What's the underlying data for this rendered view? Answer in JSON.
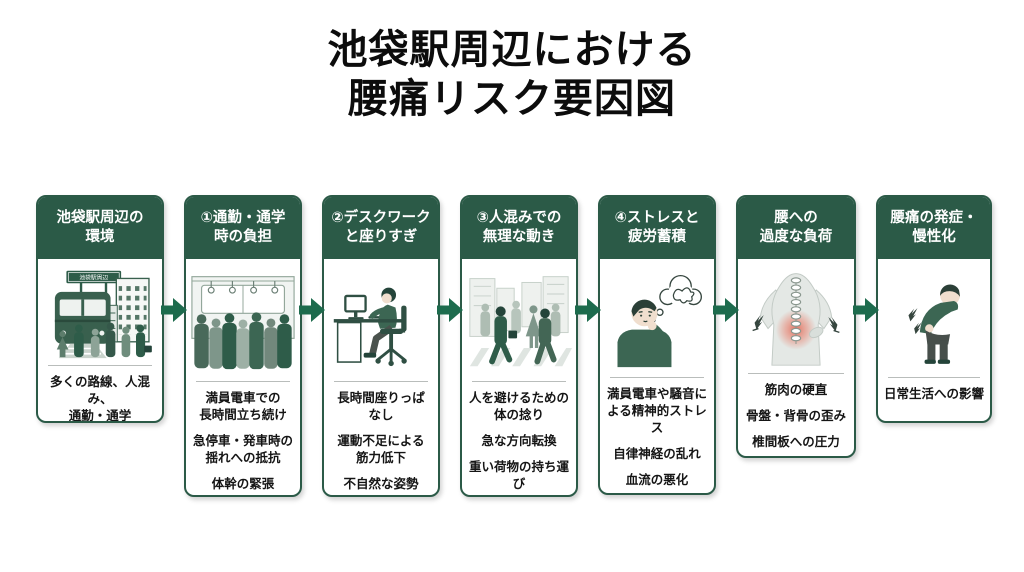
{
  "title": "池袋駅周辺における\n腰痛リスク要因図",
  "colors": {
    "header_green": "#2b5a47",
    "arrow_green": "#1d6b4d",
    "card_border_green": "#2b5a47",
    "body_text": "#151515",
    "pain_red": "#e2543e",
    "background": "#ffffff"
  },
  "arrow": {
    "name": "flow-arrow",
    "color": "#1d6b4d"
  },
  "cards": [
    {
      "header": "池袋駅周辺の\n環境",
      "illustration": "station-scene",
      "sign_label": "池袋駅周辺",
      "items": [
        "多くの路線、人混み、\n通勤・通学"
      ]
    },
    {
      "header": "①通勤・通学\n時の負担",
      "illustration": "crowded-train",
      "items": [
        "満員電車での\n長時間立ち続け",
        "急停車・発車時の\n揺れへの抵抗",
        "体幹の緊張"
      ]
    },
    {
      "header": "②デスクワーク\nと座りすぎ",
      "illustration": "desk-work",
      "items": [
        "長時間座りっぱ\nなし",
        "運動不足による\n筋力低下",
        "不自然な姿勢"
      ]
    },
    {
      "header": "③人混みでの\n無理な動き",
      "illustration": "crowd-walking",
      "items": [
        "人を避けるための\n体の捻り",
        "急な方向転換",
        "重い荷物の持ち運\nび"
      ]
    },
    {
      "header": "④ストレスと\n疲労蓄積",
      "illustration": "stressed-person",
      "items": [
        "満員電車や騒音に\nよる精神的ストレス",
        "自律神経の乱れ",
        "血流の悪化"
      ]
    },
    {
      "header": "腰への\n過度な負荷",
      "illustration": "lower-back-spine",
      "items": [
        "筋肉の硬直",
        "骨盤・背骨の歪み",
        "椎間板への圧力"
      ]
    },
    {
      "header": "腰痛の発症・\n慢性化",
      "illustration": "back-pain-person",
      "items": [
        "日常生活への影響"
      ]
    }
  ]
}
